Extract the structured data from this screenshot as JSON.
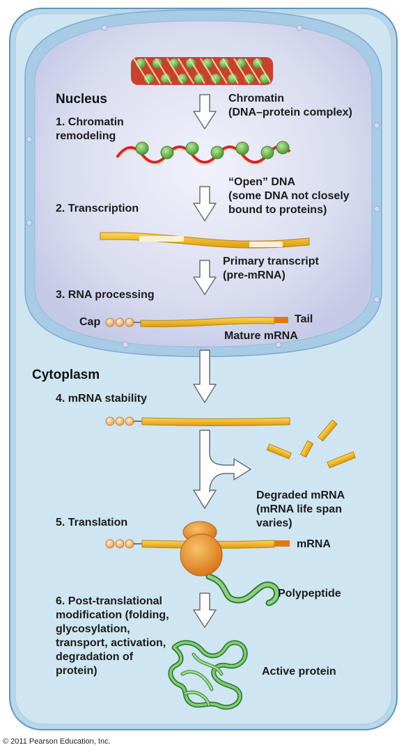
{
  "regions": {
    "nucleus": "Nucleus",
    "cytoplasm": "Cytoplasm"
  },
  "steps": {
    "s1": "1. Chromatin\nremodeling",
    "s2": "2. Transcription",
    "s3": "3. RNA processing",
    "s4": "4. mRNA stability",
    "s5": "5. Translation",
    "s6": "6. Post-translational\nmodification (folding,\nglycosylation,\ntransport, activation,\ndegradation of\nprotein)"
  },
  "labels": {
    "chromatin": "Chromatin\n(DNA–protein complex)",
    "open_dna": "“Open” DNA\n(some DNA not closely\nbound to proteins)",
    "primary": "Primary transcript\n(pre-mRNA)",
    "cap": "Cap",
    "tail": "Tail",
    "mature": "Mature mRNA",
    "degraded": "Degraded mRNA\n(mRNA life span\nvaries)",
    "mrna": "mRNA",
    "polypeptide": "Polypeptide",
    "active": "Active protein"
  },
  "copyright": "© 2011 Pearson Education, Inc.",
  "colors": {
    "cell_membrane": "#b9d8ec",
    "cell_outline": "#5f95c0",
    "nucleus_fill": "#d9dcf0",
    "nucleus_border": "#a9cde6",
    "mrna": "#f2b824",
    "tail": "#e07a10",
    "cap": "#f3c88a",
    "ribosome": "#ef9a2a",
    "dna_red": "#c8202a",
    "nucleosome": "#6fb84a",
    "polypeptide": "#64b66a",
    "arrow": "#ffffff"
  }
}
